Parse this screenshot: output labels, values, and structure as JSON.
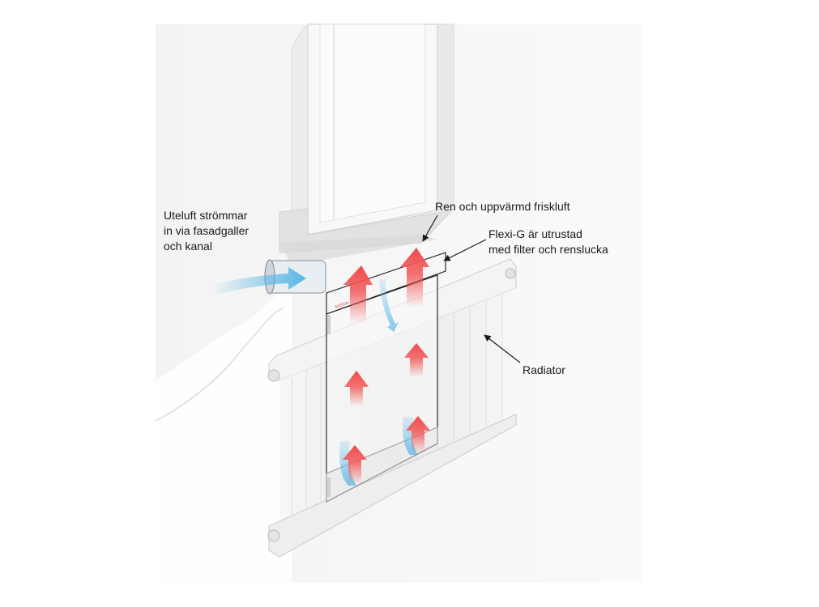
{
  "labels": {
    "outdoor_air": [
      "Uteluft strömmar",
      "in via fasadgaller",
      "och kanal"
    ],
    "fresh_air": [
      "Ren och uppvärmd friskluft"
    ],
    "flexi_g": [
      "Flexi-G är utrustad",
      "med filter och renslucka"
    ],
    "radiator": [
      "Radiator"
    ]
  },
  "brand_mark": "ALEXIN",
  "colors": {
    "warm_arrow": "#f25a5a",
    "cool_arrow": "#59b8e6",
    "wall": "#efefef",
    "radiator": "#f2f2f2",
    "outline": "#1a1a1a"
  }
}
